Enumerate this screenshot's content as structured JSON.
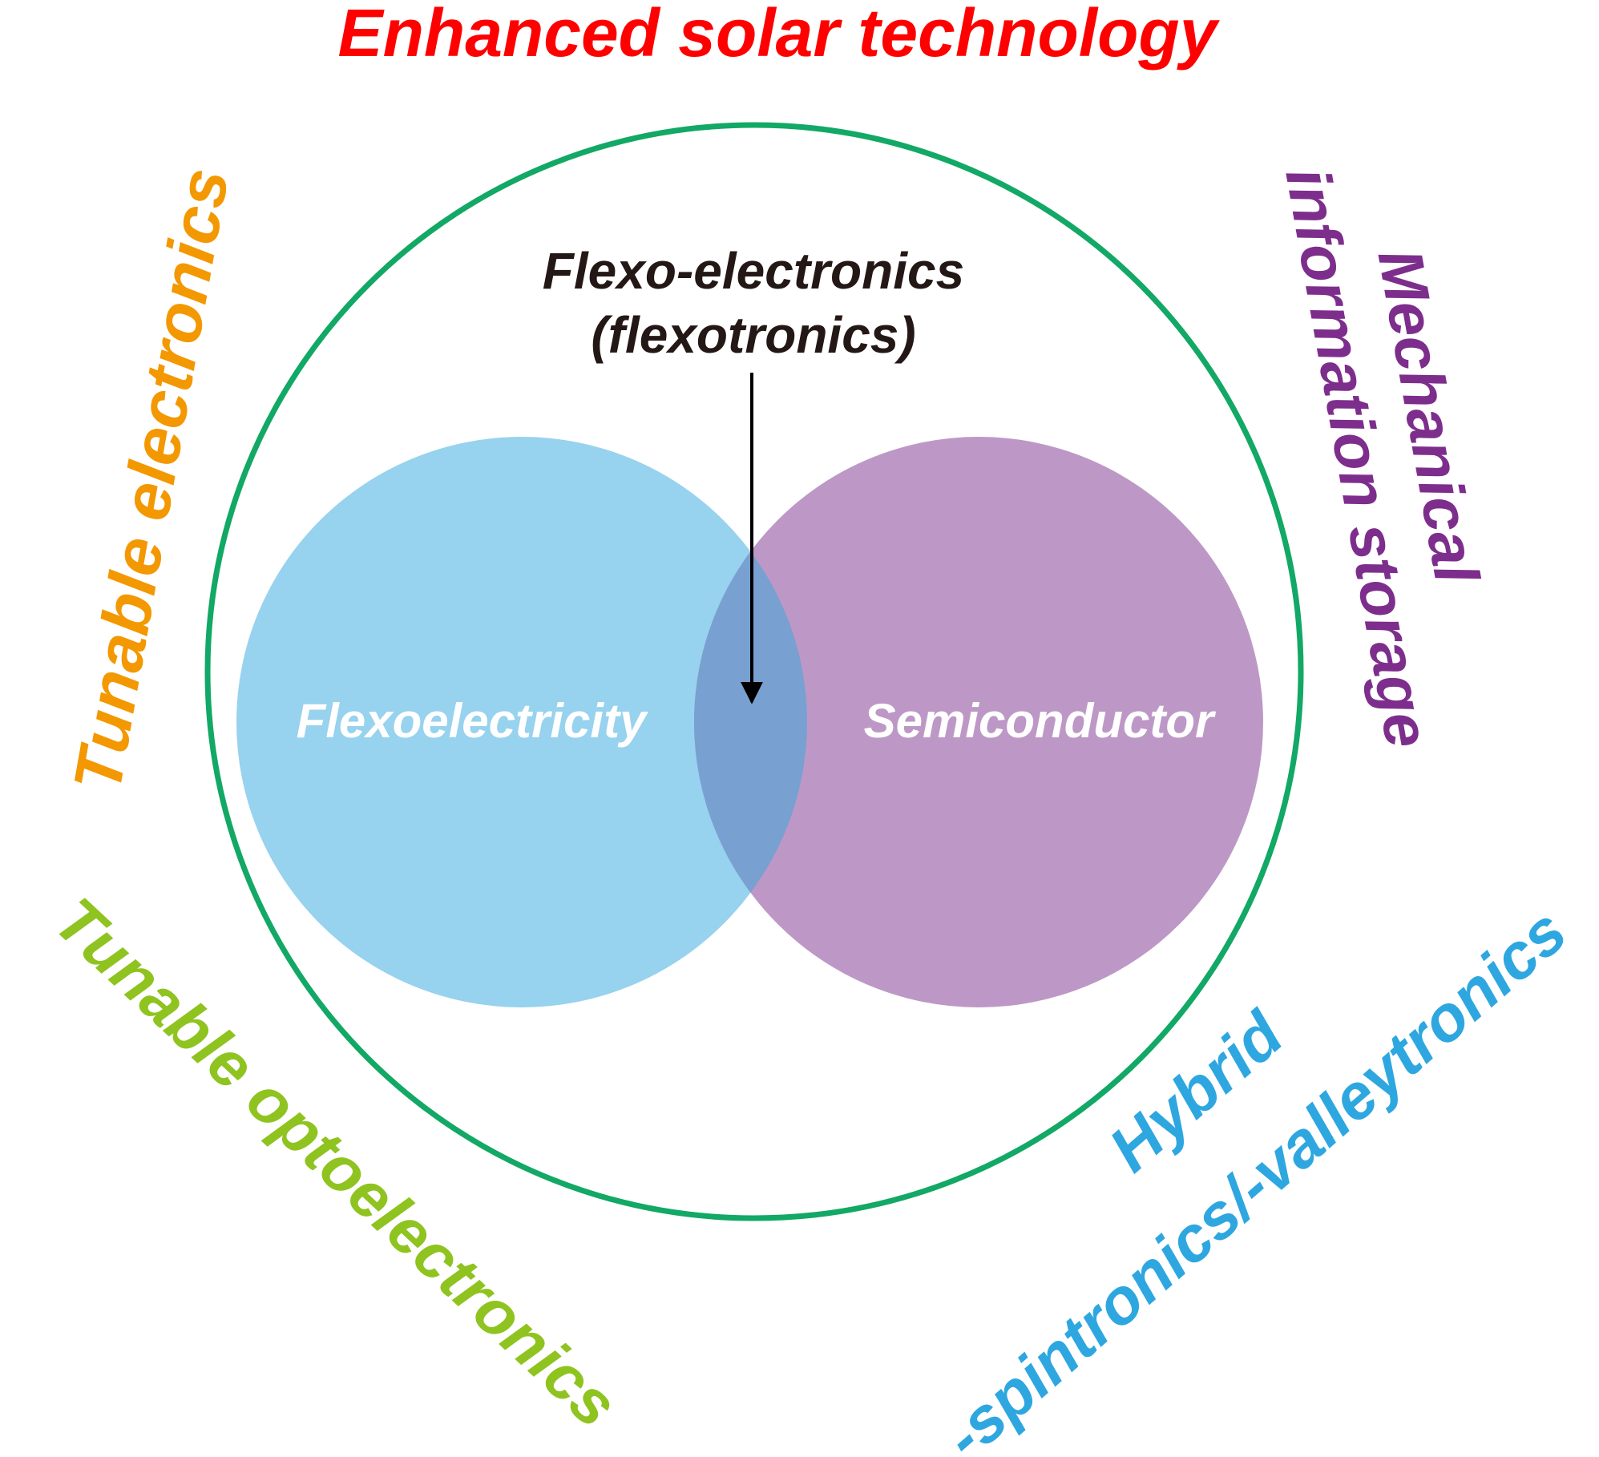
{
  "title": {
    "text": "Enhanced solar technology",
    "color": "#ff0000"
  },
  "center": {
    "line1": "Flexo-electronics",
    "line2": "(flexotronics)",
    "color": "#231815"
  },
  "left_circle": {
    "label": "Flexoelectricity",
    "fill": "#97d2ee"
  },
  "right_circle": {
    "label": "Semiconductor",
    "fill": "#bd98c6"
  },
  "overlap": {
    "fill": "#78a0d1"
  },
  "outer_ring": {
    "color": "#12a865"
  },
  "applications": {
    "tunable_electronics": {
      "text": "Tunable electronics",
      "color": "#f39800"
    },
    "mechanical_storage": {
      "line1": "Mechanical",
      "line2": "information storage",
      "color": "#7d2e8c"
    },
    "tunable_optoelectronics": {
      "text": "Tunable optoelectronics",
      "color": "#8fc31f"
    },
    "hybrid": {
      "line1": "Hybrid",
      "line2": "-spintronics/-valleytronics",
      "color": "#2ea7e0"
    }
  },
  "label_color": "#ffffff",
  "arrow_color": "#000000"
}
